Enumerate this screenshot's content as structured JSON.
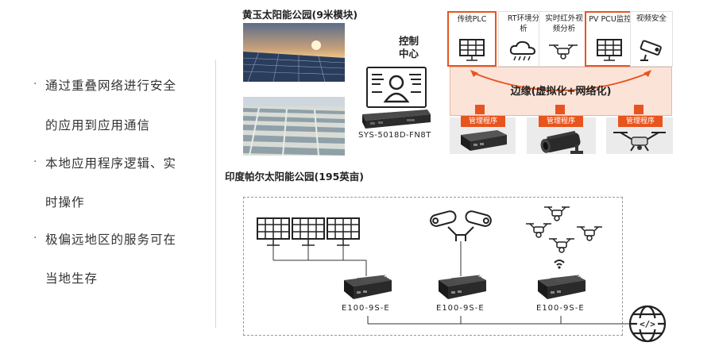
{
  "bullets": [
    "通过重叠网络进行安全",
    "的应用到应用通信",
    "本地应用程序逻辑、实",
    "时操作",
    "极偏远地区的服务可在",
    "当地生存"
  ],
  "site1_title": "黄玉太阳能公园(9米模块)",
  "site2_title": "印度帕尔太阳能公园(195英亩)",
  "control_center": [
    "控制",
    "中心"
  ],
  "server_model": "SYS-5018D-FN8T",
  "top_boxes": [
    {
      "label": "传统PLC",
      "icon": "solar-panel-icon",
      "highlight": true
    },
    {
      "label": "RT环境分析",
      "icon": "weather-cloud-icon",
      "highlight": false
    },
    {
      "label": "实时红外视频分析",
      "icon": "drone-icon",
      "highlight": false
    },
    {
      "label": "PV PCU监控",
      "icon": "solar-panel-icon",
      "highlight": true
    },
    {
      "label": "视频安全",
      "icon": "security-camera-icon",
      "highlight": false
    }
  ],
  "edge_title": "边缘(虚拟化+网络化)",
  "mgmt_label": "管理程序",
  "edge_devices": [
    "E100-9S-E",
    "E100-9S-E",
    "E100-9S-E"
  ],
  "colors": {
    "accent": "#e8541e",
    "band": "#fbe3d8"
  }
}
